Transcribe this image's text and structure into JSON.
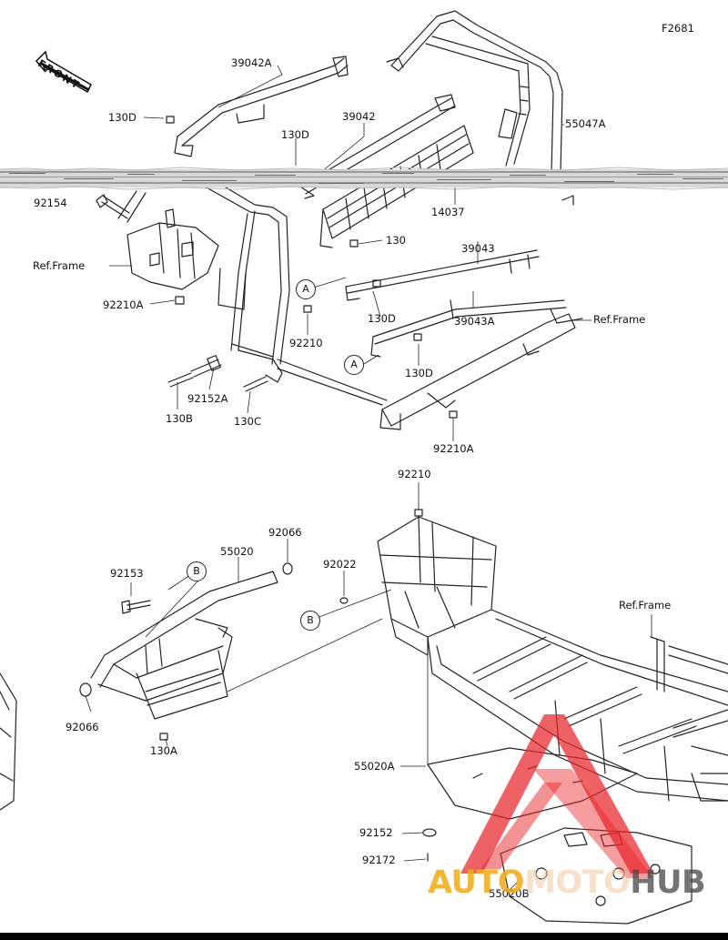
{
  "figure_code": "F2681",
  "front_badge": "FRONT",
  "callouts": {
    "A": "A",
    "B": "B"
  },
  "labels": {
    "p39042A": "39042A",
    "p130D_1": "130D",
    "p39042": "39042",
    "p130D_2": "130D",
    "p55047A": "55047A",
    "p92154": "92154",
    "p14037": "14037",
    "p130": "130",
    "p39043": "39043",
    "refFrame_1": "Ref.Frame",
    "p92210A_1": "92210A",
    "p130D_3": "130D",
    "p39043A": "39043A",
    "refFrame_2": "Ref.Frame",
    "p92210_1": "92210",
    "p130D_4": "130D",
    "p92152A": "92152A",
    "p130B": "130B",
    "p130C": "130C",
    "p92210A_2": "92210A",
    "p92210_2": "92210",
    "p92066_1": "92066",
    "p55020": "55020",
    "p92153": "92153",
    "p92022": "92022",
    "refFrame_3": "Ref.Frame",
    "p92066_2": "92066",
    "p130A": "130A",
    "p55020A": "55020A",
    "p92152": "92152",
    "p92172": "92172",
    "p55020B": "55020B"
  },
  "watermark": {
    "part1": "AUTO",
    "part2": "MOTO",
    "part3": "HUB"
  },
  "colors": {
    "line": "#222222",
    "watermark_red": "#e8262a",
    "watermark_orange": "#f0aa14"
  }
}
